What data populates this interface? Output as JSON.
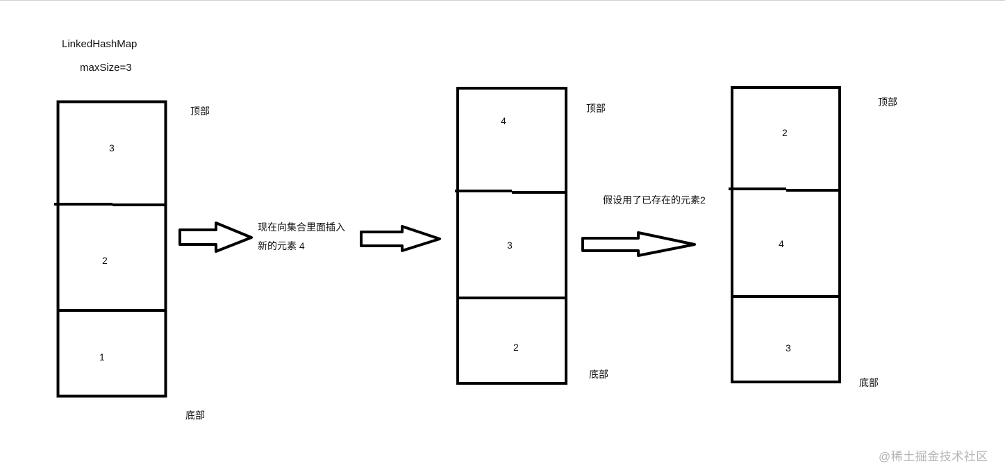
{
  "header": {
    "title": "LinkedHashMap",
    "subtitle": "maxSize=3"
  },
  "labels": {
    "top": "顶部",
    "bottom": "底部"
  },
  "stacks": [
    {
      "name": "initial",
      "cells": [
        "3",
        "2",
        "1"
      ]
    },
    {
      "name": "after-insert",
      "cells": [
        "4",
        "3",
        "2"
      ]
    },
    {
      "name": "after-access",
      "cells": [
        "2",
        "4",
        "3"
      ]
    }
  ],
  "steps": {
    "insert_line1": "现在向集合里面插入",
    "insert_line2": "新的元素 4",
    "access": "假设用了已存在的元素2"
  },
  "watermark": "@稀土掘金技术社区",
  "colors": {
    "stroke": "#000000",
    "background": "#ffffff",
    "watermark": "#b5b5b5"
  }
}
